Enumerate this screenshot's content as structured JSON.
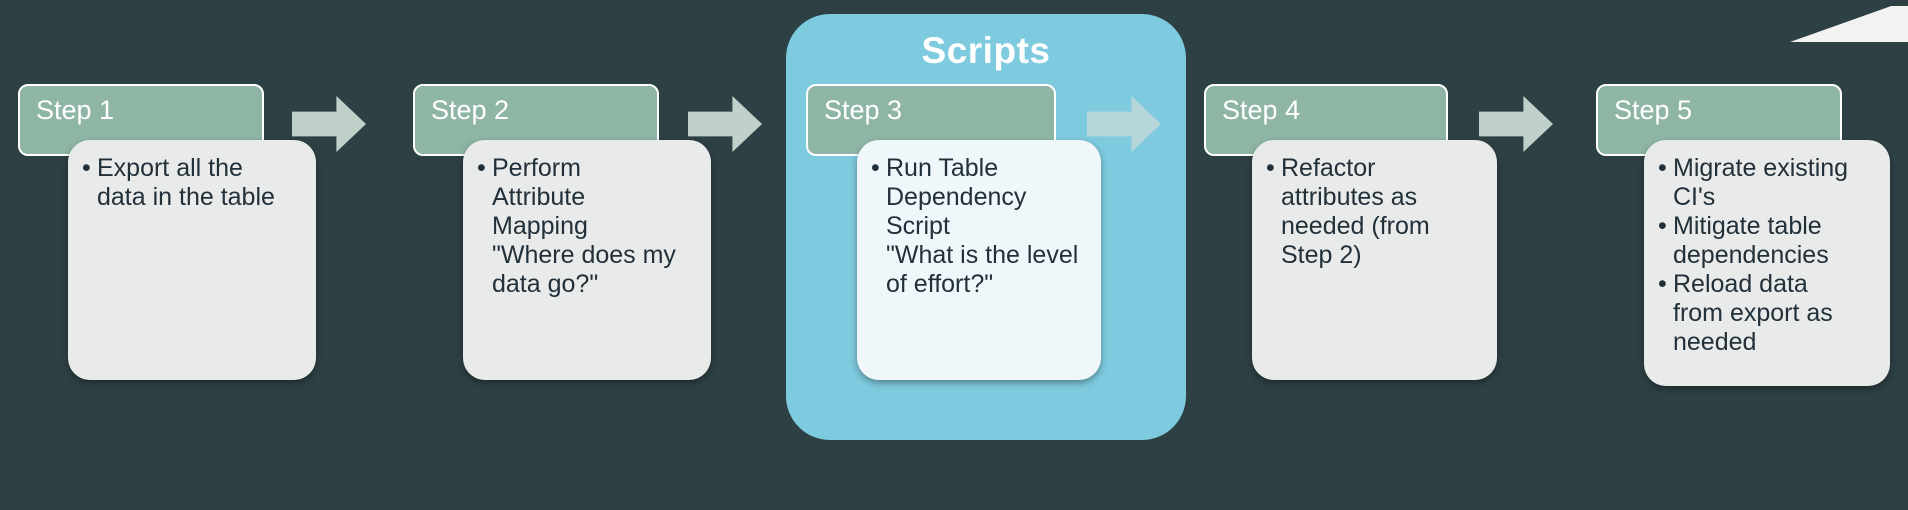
{
  "slide": {
    "background_color": "#2d4044",
    "accent_green": "#8fb5a5",
    "accent_blue": "#7ecade",
    "card_color": "#e9eaea",
    "card_color_highlight": "#f0f7fa",
    "arrow_color": "#cdddd6"
  },
  "highlight": {
    "label": "Scripts"
  },
  "steps": [
    {
      "header": "Step 1",
      "bullets": [
        "Export all the\ndata in the table"
      ]
    },
    {
      "header": "Step 2",
      "bullets": [
        "Perform\nAttribute\nMapping\n\"Where does my\ndata go?\""
      ]
    },
    {
      "header": "Step 3",
      "bullets": [
        "Run Table\nDependency\nScript\n\"What is the level\nof effort?\""
      ]
    },
    {
      "header": "Step 4",
      "bullets": [
        "Refactor\nattributes as\nneeded (from\nStep 2)"
      ]
    },
    {
      "header": "Step 5",
      "bullets": [
        "Migrate existing\nCI's",
        "Mitigate table\ndependencies",
        "Reload data\nfrom export as\nneeded"
      ]
    }
  ]
}
